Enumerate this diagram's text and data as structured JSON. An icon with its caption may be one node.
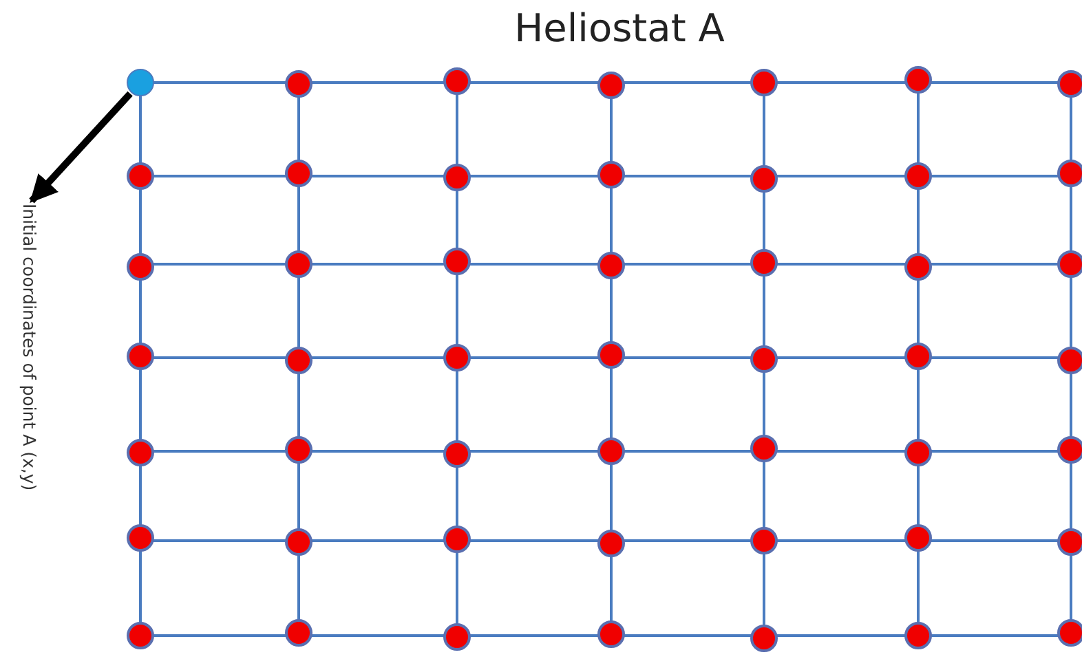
{
  "diagram": {
    "title": "Heliostat A",
    "nodes": [
      {
        "text": [
          "Initial coordinates of point A (x,y)"
        ]
      },
      {
        "text": [],
        "shape": "circle"
      }
    ],
    "edges": [
      {
        "from": 1,
        "to": 0,
        "arrow": "to"
      }
    ]
  }
}
